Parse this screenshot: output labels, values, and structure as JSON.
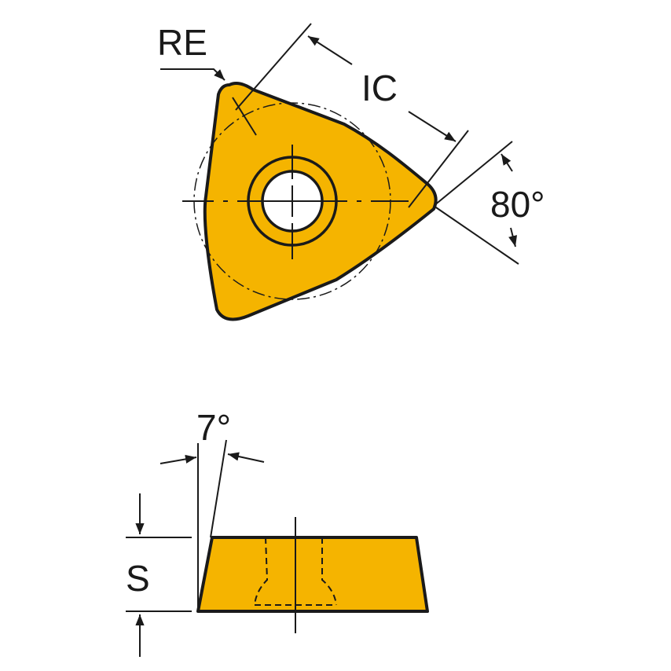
{
  "colors": {
    "insert_fill": "#f5b400",
    "outline": "#1a1a1a",
    "background": "#ffffff"
  },
  "labels": {
    "corner_radius": "RE",
    "inscribed_circle": "IC",
    "insert_angle": "80°",
    "clearance_angle": "7°",
    "thickness": "S"
  }
}
